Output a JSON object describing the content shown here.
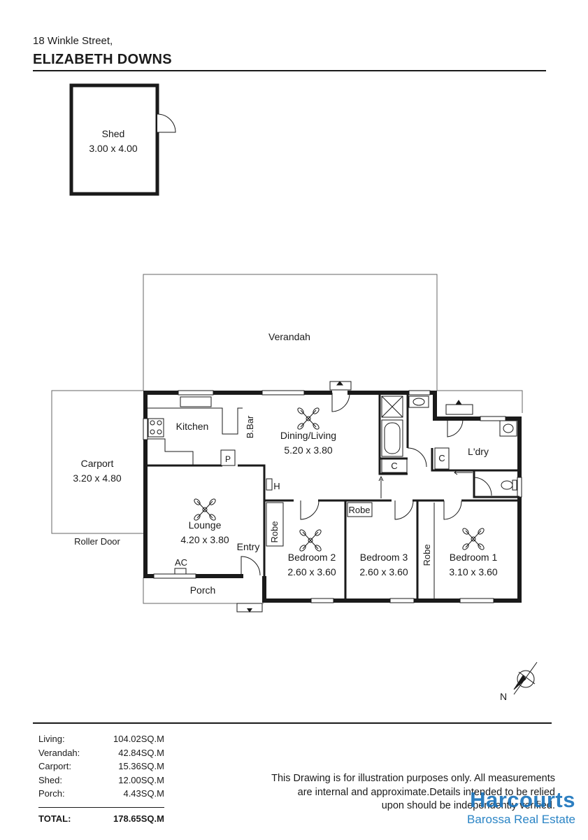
{
  "header": {
    "street": "18 Winkle Street,",
    "suburb": "ELIZABETH DOWNS"
  },
  "rooms": {
    "shed": {
      "name": "Shed",
      "size": "3.00 x 4.00"
    },
    "verandah": {
      "name": "Verandah"
    },
    "carport": {
      "name": "Carport",
      "size": "3.20 x 4.80"
    },
    "roller_door": "Roller Door",
    "kitchen": {
      "name": "Kitchen"
    },
    "bbar": "B.Bar",
    "pantry": "P",
    "dining": {
      "name": "Dining/Living",
      "size": "5.20 x 3.80"
    },
    "lounge": {
      "name": "Lounge",
      "size": "4.20 x 3.80"
    },
    "heater": "H",
    "ac": "AC",
    "entry": "Entry",
    "porch": "Porch",
    "robe_bed2": "Robe",
    "robe_bed3": "Robe",
    "robe_bed1": "Robe",
    "bedroom2": {
      "name": "Bedroom 2",
      "size": "2.60 x 3.60"
    },
    "bedroom3": {
      "name": "Bedroom 3",
      "size": "2.60 x 3.60"
    },
    "bedroom1": {
      "name": "Bedroom 1",
      "size": "3.10 x 3.60"
    },
    "cupboard_hall": "C",
    "cupboard_laundry": "C",
    "laundry": {
      "name": "L'dry"
    },
    "north": "N"
  },
  "areas": [
    {
      "label": "Living:",
      "value": "104.02SQ.M"
    },
    {
      "label": "Verandah:",
      "value": "42.84SQ.M"
    },
    {
      "label": "Carport:",
      "value": "15.36SQ.M"
    },
    {
      "label": "Shed:",
      "value": "12.00SQ.M"
    },
    {
      "label": "Porch:",
      "value": "4.43SQ.M"
    }
  ],
  "total": {
    "label": "TOTAL:",
    "value": "178.65SQ.M"
  },
  "disclaimer": {
    "line1": "This Drawing is for illustration purposes only. All measurements",
    "line2": "are internal and approximate.Details intended to be relied",
    "line3": "upon should be independently verified."
  },
  "brand": {
    "name": "Harcourts",
    "sub": "Barossa Real Estate",
    "color": "#1c75bc"
  }
}
